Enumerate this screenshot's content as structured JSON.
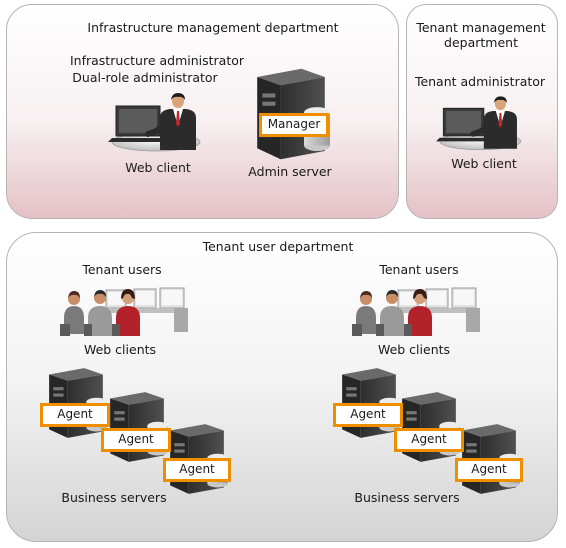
{
  "departments": {
    "infrastructure": {
      "title": "Infrastructure management department",
      "roles": [
        "Infrastructure administrator",
        "Dual-role administrator"
      ],
      "client_label": "Web client",
      "server_label": "Admin server",
      "server_software": "Manager"
    },
    "tenant_management": {
      "title_lines": [
        "Tenant management",
        "department"
      ],
      "role": "Tenant administrator",
      "client_label": "Web client"
    },
    "tenant_user": {
      "title": "Tenant user department",
      "groups": [
        {
          "users_label": "Tenant users",
          "clients_label": "Web clients",
          "servers_label": "Business servers",
          "agents": [
            "Agent",
            "Agent",
            "Agent"
          ]
        },
        {
          "users_label": "Tenant users",
          "clients_label": "Web clients",
          "servers_label": "Business servers",
          "agents": [
            "Agent",
            "Agent",
            "Agent"
          ]
        }
      ]
    }
  },
  "colors": {
    "highlight": "#ef8f00",
    "pink_panel": "#e4c1c6",
    "gray_panel": "#d4d4d4",
    "server_body": "#3c3c3c"
  },
  "icons": {
    "server": "server-tower-icon",
    "admin": "person-at-laptop-icon",
    "users": "group-at-computers-icon"
  }
}
